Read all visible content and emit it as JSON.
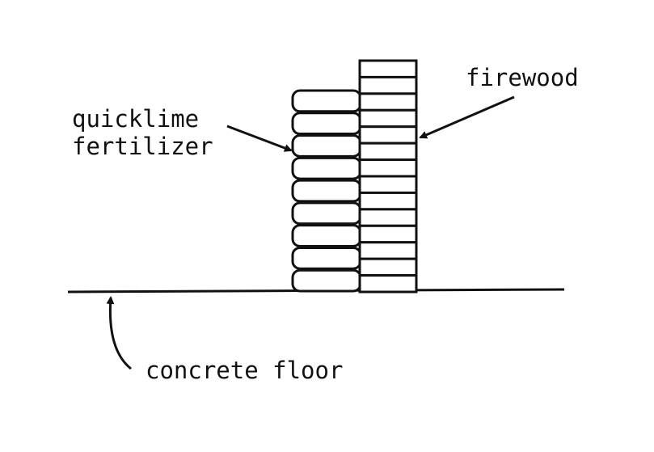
{
  "labels": {
    "quicklime_line1": "quicklime",
    "quicklime_line2": "fertilizer",
    "firewood": "firewood",
    "concrete_floor": "concrete floor"
  },
  "counts": {
    "quicklime_bags": 9,
    "firewood_pieces": 14
  },
  "colors": {
    "ink": "#111111",
    "background": "#ffffff"
  }
}
